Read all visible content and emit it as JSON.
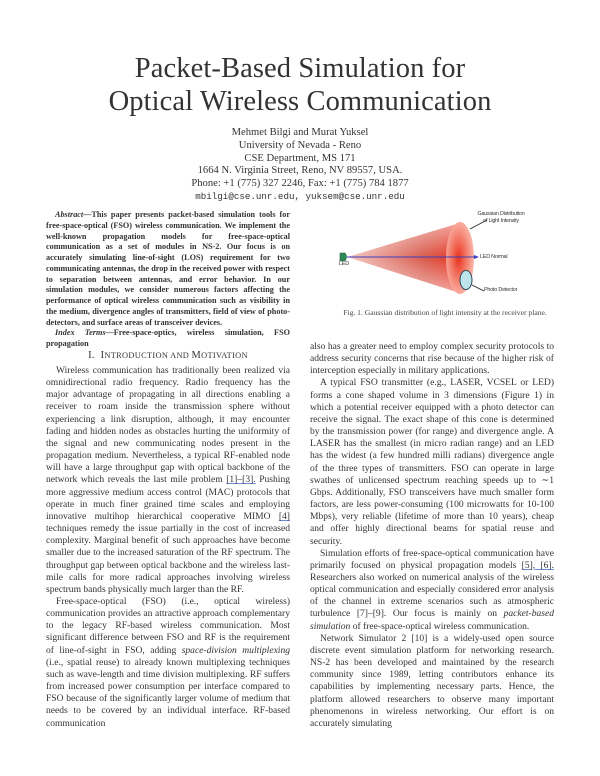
{
  "paper": {
    "title_line1": "Packet-Based Simulation for",
    "title_line2": "Optical Wireless Communication",
    "authors": "Mehmet Bilgi and Murat Yuksel",
    "affiliation": "University of Nevada - Reno",
    "department": "CSE Department, MS 171",
    "address": "1664 N. Virginia Street, Reno, NV 89557, USA.",
    "phone": "Phone: +1 (775) 327 2246, Fax: +1 (775) 784 1877",
    "emails": "mbilgi@cse.unr.edu, yuksem@cse.unr.edu"
  },
  "abstract": {
    "label": "Abstract",
    "text": "—This paper presents packet-based simulation tools for free-space-optical (FSO) wireless communication. We implement the well-known propagation models for free-space-optical communication as a set of modules in NS-2. Our focus is on accurately simulating line-of-sight (LOS) requirement for two communicating antennas, the drop in the received power with respect to separation between antennas, and error behavior. In our simulation modules, we consider numerous factors affecting the performance of optical wireless communication such as visibility in the medium, divergence angles of transmitters, field of view of photo-detectors, and surface areas of transceiver devices.",
    "index_terms_label": "Index Terms",
    "index_terms": "—Free-space-optics, wireless simulation, FSO propagation"
  },
  "section1": {
    "number": "I.",
    "title_first": "I",
    "title_rest1": "NTRODUCTION AND ",
    "title_m": "M",
    "title_rest2": "OTIVATION"
  },
  "left_column": {
    "p1_a": "Wireless communication has traditionally been realized via omnidirectional radio frequency. Radio frequency has the major advantage of propagating in all directions enabling a receiver to roam inside the transmission sphere without experiencing a link disruption, although, it may encounter fading and hidden nodes as obstacles hurting the uniformity of the signal and new communicating nodes present in the propagation medium. Nevertheless, a typical RF-enabled node will have a large throughput gap with optical backbone of the network which reveals the last mile problem ",
    "p1_cite1": "[1]–[3].",
    "p1_b": " Pushing more aggressive medium access control (MAC) protocols that operate in much finer grained time scales and employing innovative multihop hierarchical cooperative MIMO ",
    "p1_cite2": "[4]",
    "p1_c": " techniques remedy the issue partially in the cost of increased complexity. Marginal benefit of such approaches have become smaller due to the increased saturation of the RF spectrum. The throughput gap between optical backbone and the wireless last-mile calls for more radical approaches involving wireless spectrum bands physically much larger than the RF.",
    "p2_a": "Free-space-optical (FSO) (i.e., optical wireless) communication provides an attractive approach complementary to the legacy RF-based wireless communication. Most significant difference between FSO and RF is the requirement of line-of-sight in FSO, adding ",
    "p2_em": "space-division multiplexing",
    "p2_b": " (i.e., spatial reuse) to already known multiplexing techniques such as wave-length and time division multiplexing. RF suffers from increased power consumption per interface compared to FSO because of the significantly larger volume of medium that needs to be covered by an individual interface. RF-based communication"
  },
  "right_column": {
    "p0": "also has a greater need to employ complex security protocols to address security concerns that rise because of the higher risk of interception especially in military applications.",
    "p1": "A typical FSO transmitter (e.g., LASER, VCSEL or LED) forms a cone shaped volume in 3 dimensions (Figure 1) in which a potential receiver equipped with a photo detector can receive the signal. The exact shape of this cone is determined by the transmission power (for range) and divergence angle. A LASER has the smallest (in micro radian range) and an LED has the widest (a few hundred milli radians) divergence angle of the three types of transmitters. FSO can operate in large swathes of unlicensed spectrum reaching speeds up to ∼1 Gbps. Additionally, FSO transceivers have much smaller form factors, are less power-consuming (100 microwatts for 10-100 Mbps), very reliable (lifetime of more than 10 years), cheap and offer highly directional beams for spatial reuse and security.",
    "p2_a": "Simulation efforts of free-space-optical communication have primarily focused on physical propagation models ",
    "p2_cite": "[5], [6].",
    "p2_b": " Researchers also worked on numerical analysis of the wireless optical communication and especially considered error analysis of the channel in extreme scenarios such as atmospheric turbulence [7]–[9]. Our focus is mainly on ",
    "p2_em": "packet-based simulation",
    "p2_c": " of free-space-optical wireless communication.",
    "p3": "Network Simulator 2 [10] is a widely-used open source discrete event simulation platform for networking research. NS-2 has been developed and maintained by the research community since 1989, letting contributors enhance its capabilities by implementing necessary parts. Hence, the platform allowed researchers to observe many important phenomenons in wireless networking. Our effort is on accurately simulating"
  },
  "figure1": {
    "label_gaussian_1": "Gaussian Distribution",
    "label_gaussian_2": "of Light Intensity",
    "label_led_normal": "LED Normal",
    "label_photo_detector": "Photo Detector",
    "label_led": "LED",
    "caption": "Fig. 1.    Gaussian distribution of light intensity at the receiver plane.",
    "colors": {
      "cone_center": "#e8321e",
      "cone_edge": "#f7b0a6",
      "led": "#2e8b57",
      "normal_line": "#3b3fbf",
      "detector_fill": "#bfe3ea",
      "detector_stroke": "#2a4a5a"
    }
  }
}
